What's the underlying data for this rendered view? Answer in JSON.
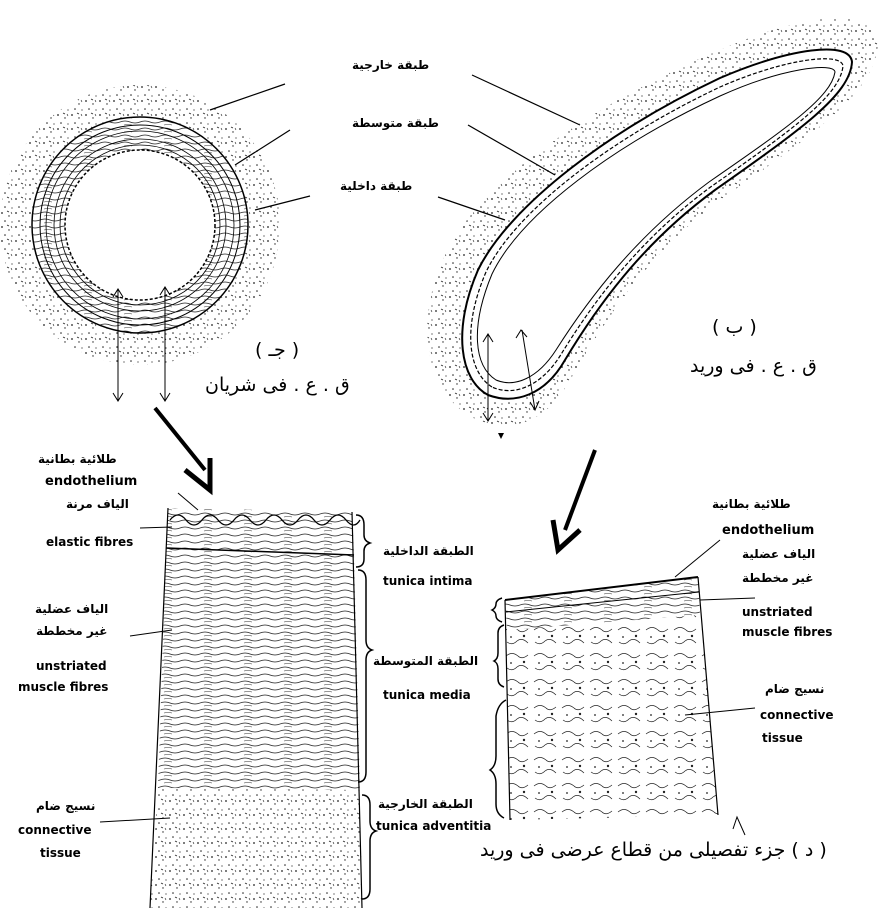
{
  "vein_cross_section": {
    "outer_layer": "طبقة خارجية",
    "middle_layer": "طبقة متوسطة",
    "inner_layer": "طبقة داخلية",
    "letter": "( ب )",
    "caption": "ق . ع . فى وريد"
  },
  "artery_cross_section": {
    "letter": "( جـ )",
    "caption": "ق . ع . فى شريان"
  },
  "artery_detail": {
    "endothelium_ar": "طلائية بطانية",
    "endothelium_en": "endothelium",
    "elastic_ar": "الياف مرنة",
    "elastic_en": "elastic fibres",
    "muscle_ar_1": "الياف عضلية",
    "muscle_ar_2": "غير مخططة",
    "muscle_en_1": "unstriated",
    "muscle_en_2": "muscle fibres",
    "connective_ar": "نسيج ضام",
    "connective_en_1": "connective",
    "connective_en_2": "tissue"
  },
  "tunics": {
    "intima_ar": "الطبقة الداخلية",
    "intima_en": "tunica intima",
    "media_ar": "الطبقة المتوسطة",
    "media_en": "tunica media",
    "adventitia_ar": "الطبقة الخارجية",
    "adventitia_en": "tunica adventitia"
  },
  "vein_detail": {
    "endothelium_ar": "طلائية بطانية",
    "endothelium_en": "endothelium",
    "muscle_ar_1": "الياف عضلية",
    "muscle_ar_2": "غير مخططة",
    "muscle_en_1": "unstriated",
    "muscle_en_2": "muscle fibres",
    "connective_ar": "نسيج ضام",
    "connective_en_1": "connective",
    "connective_en_2": "tissue",
    "caption": "( د ) جزء تفصيلى من قطاع عرضى فى وريد"
  }
}
